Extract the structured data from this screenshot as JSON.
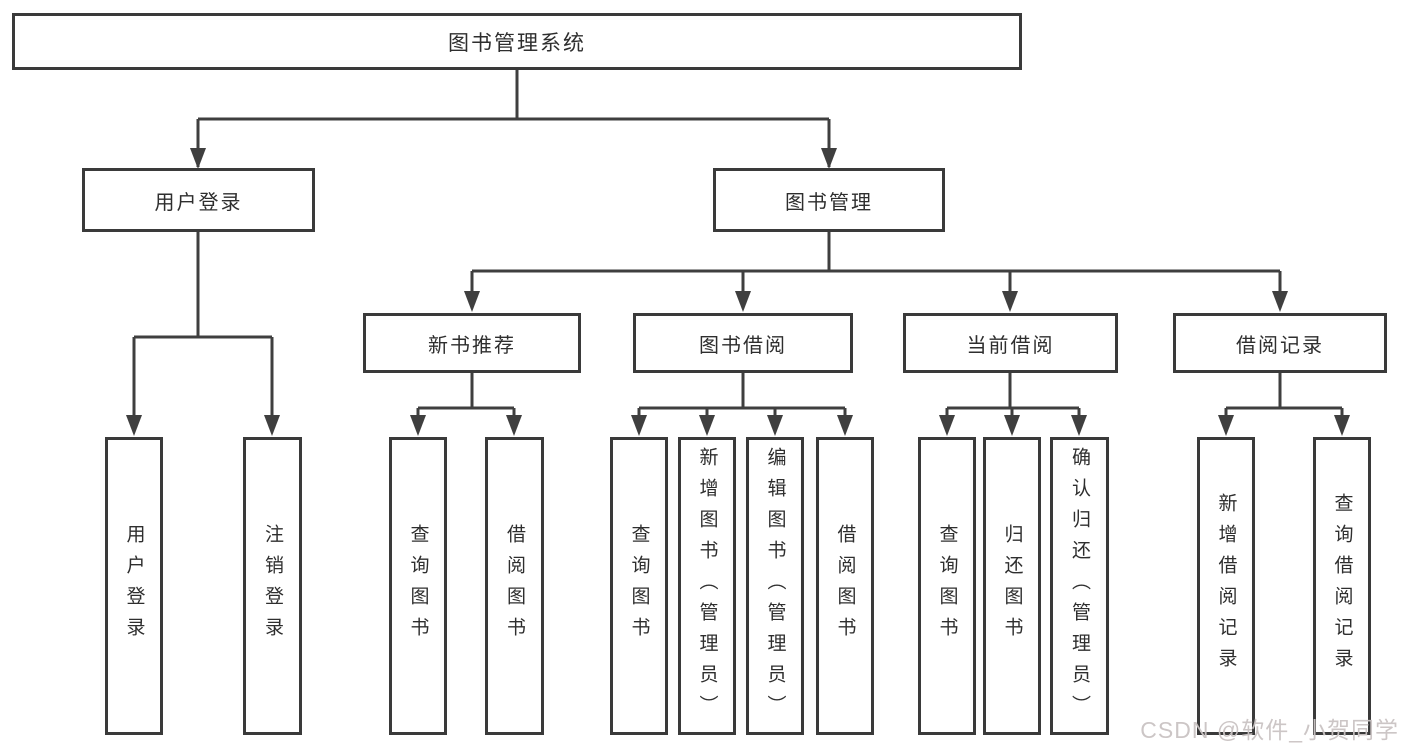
{
  "diagram_title": "图书管理系统",
  "colors": {
    "background": "#ffffff",
    "line": "#3f3f3f",
    "box_border": "#3a3a3a",
    "text": "#2e2e2e",
    "watermark": "#cac3c3"
  },
  "nodes": {
    "root": "图书管理系统",
    "user_login": "用户登录",
    "book_mgmt": "图书管理",
    "new_book_rec": "新书推荐",
    "book_borrow": "图书借阅",
    "current_borrow": "当前借阅",
    "borrow_records": "借阅记录",
    "ul_login": "用户登录",
    "ul_logout": "注销登录",
    "nr_query": "查询图书",
    "nr_borrow": "借阅图书",
    "bb_query": "查询图书",
    "bb_add": "新增图书（管理员）",
    "bb_edit": "编辑图书（管理员）",
    "bb_borrow": "借阅图书",
    "cb_query": "查询图书",
    "cb_return": "归还图书",
    "cb_confirm": "确认归还（管理员）",
    "br_add": "新增借阅记录",
    "br_query": "查询借阅记录"
  },
  "tree": {
    "label": "图书管理系统",
    "children": [
      {
        "label": "用户登录",
        "children": [
          {
            "label": "用户登录"
          },
          {
            "label": "注销登录"
          }
        ]
      },
      {
        "label": "图书管理",
        "children": [
          {
            "label": "新书推荐",
            "children": [
              {
                "label": "查询图书"
              },
              {
                "label": "借阅图书"
              }
            ]
          },
          {
            "label": "图书借阅",
            "children": [
              {
                "label": "查询图书"
              },
              {
                "label": "新增图书（管理员）"
              },
              {
                "label": "编辑图书（管理员）"
              },
              {
                "label": "借阅图书"
              }
            ]
          },
          {
            "label": "当前借阅",
            "children": [
              {
                "label": "查询图书"
              },
              {
                "label": "归还图书"
              },
              {
                "label": "确认归还（管理员）"
              }
            ]
          },
          {
            "label": "借阅记录",
            "children": [
              {
                "label": "新增借阅记录"
              },
              {
                "label": "查询借阅记录"
              }
            ]
          }
        ]
      }
    ]
  },
  "watermark": "CSDN @软件_小贺同学"
}
